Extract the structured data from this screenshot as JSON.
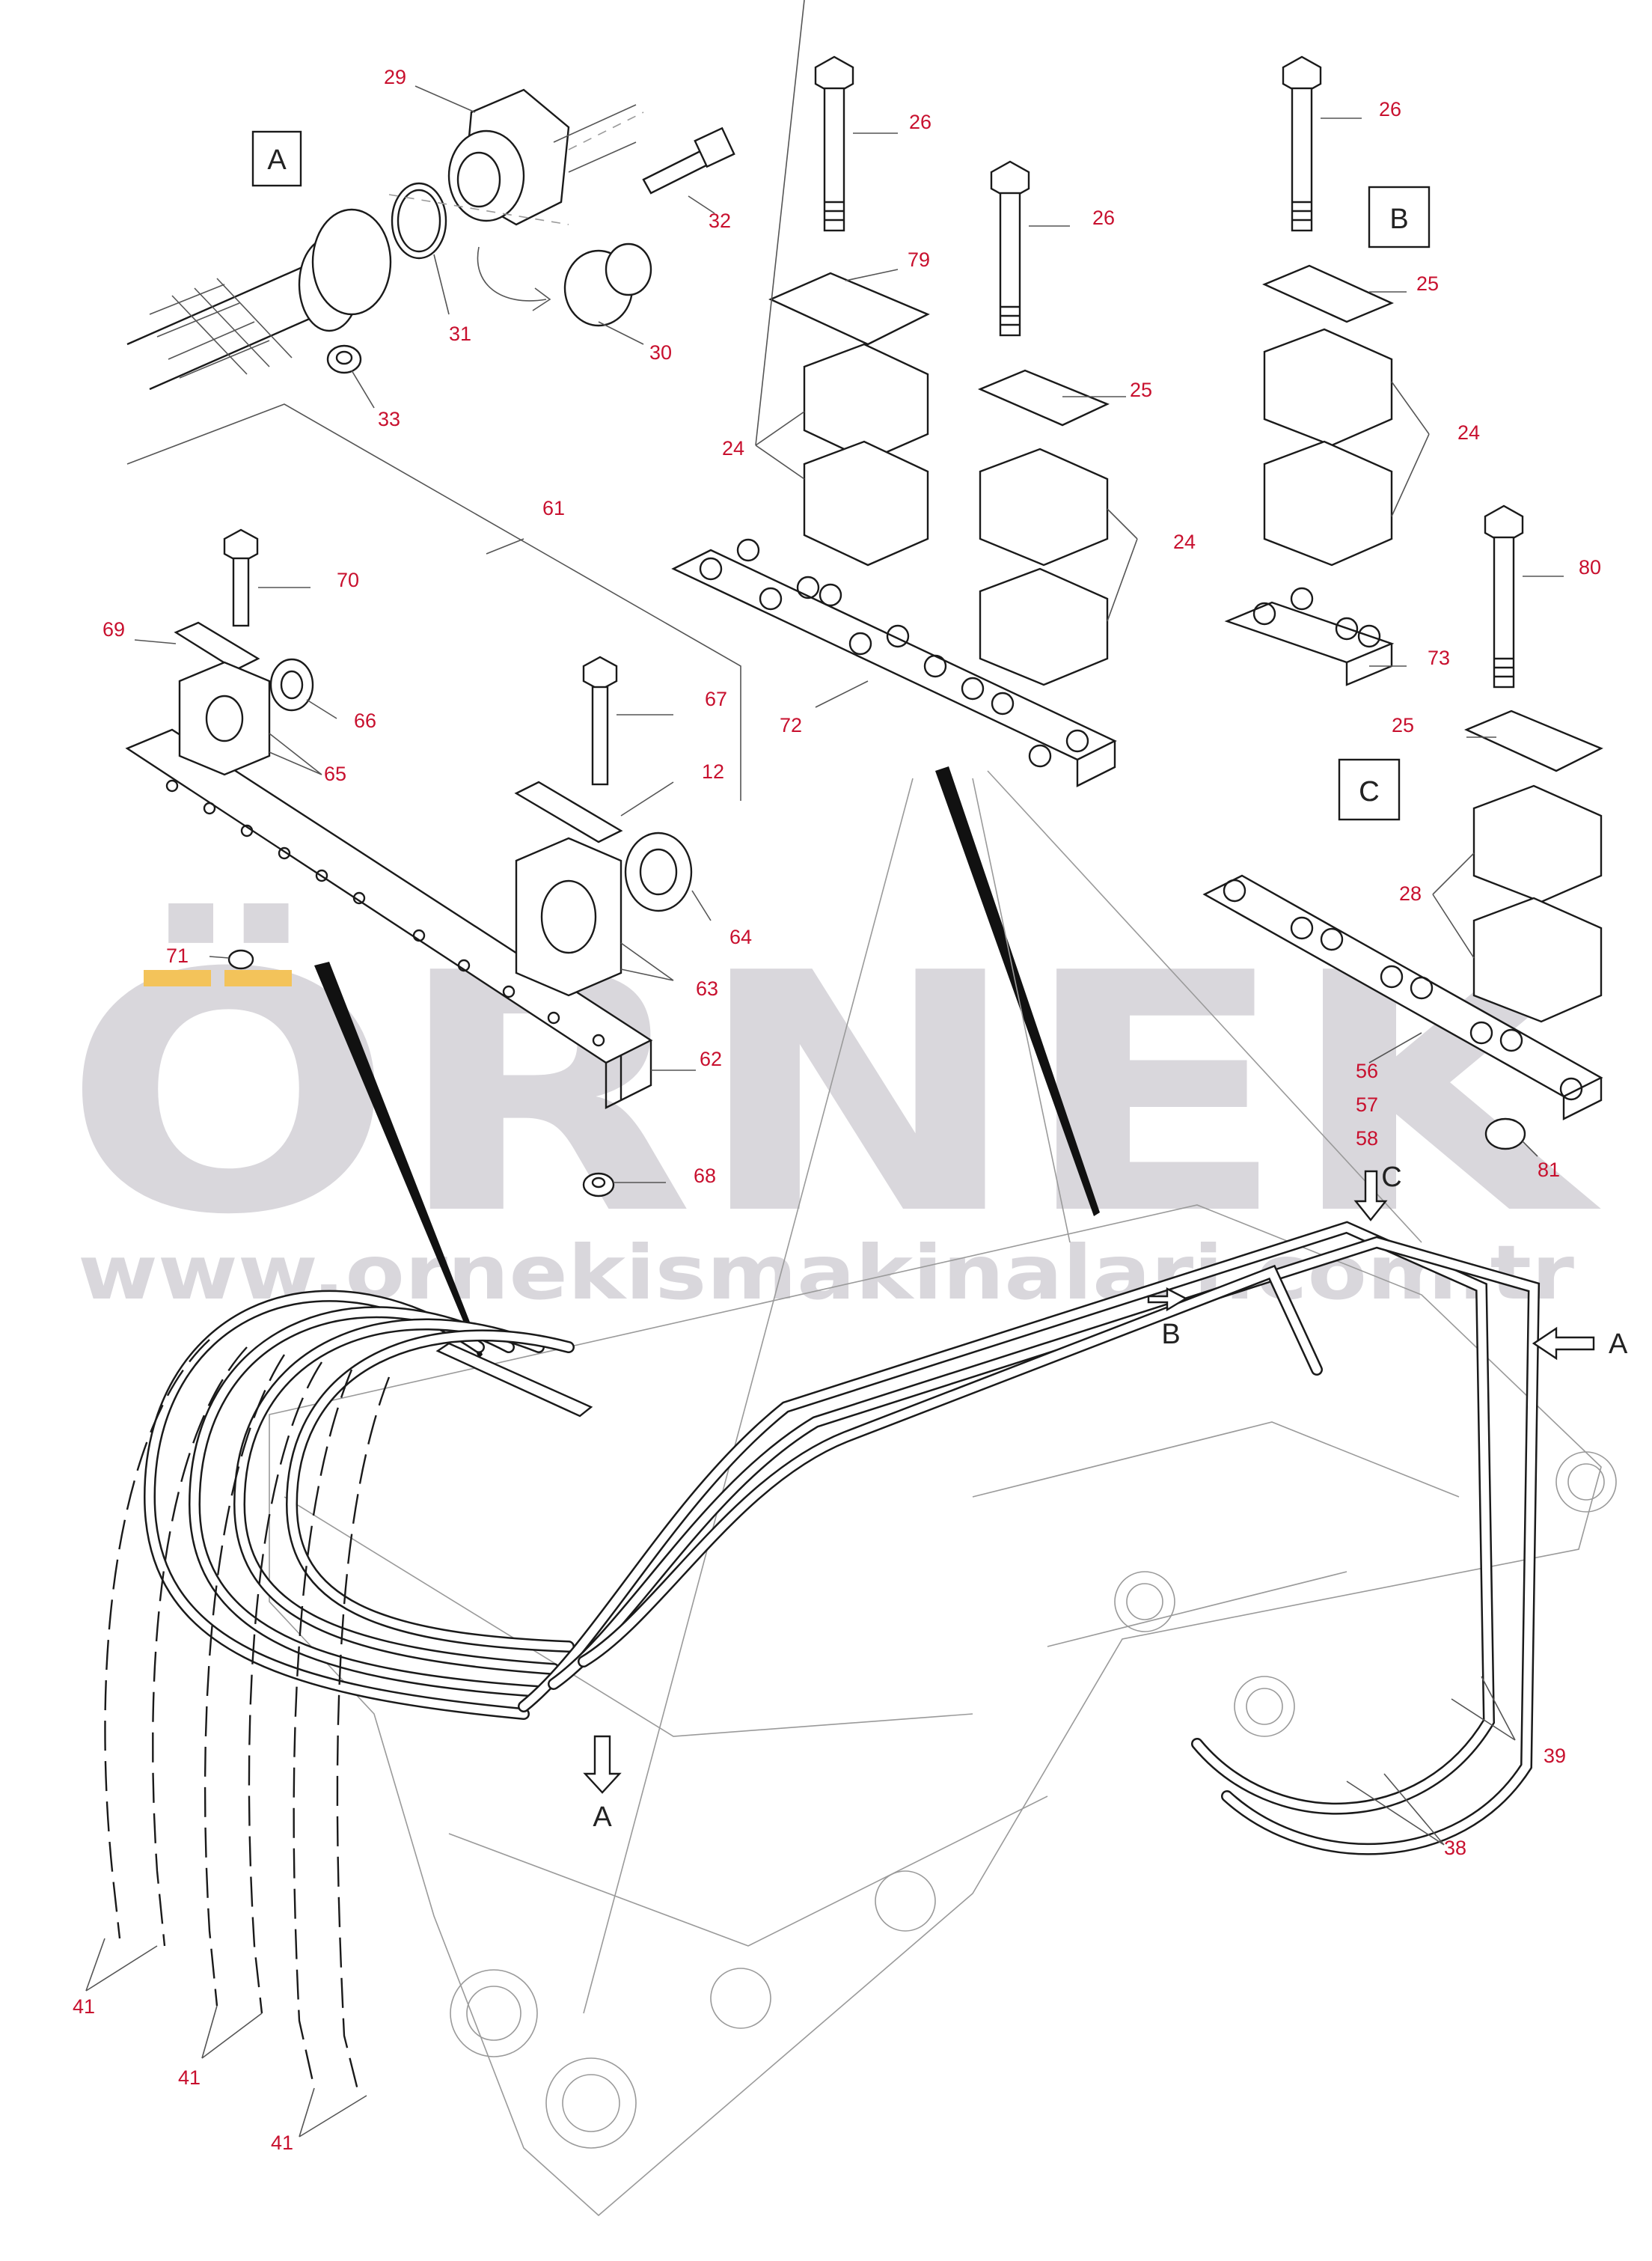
{
  "watermark": {
    "brand": "ÖRNEK",
    "website": "www.ornekismakinalari.com.tr",
    "text_color": "#d9d7dc",
    "accent_color": "#f3c35a"
  },
  "callout_color": "#c8102e",
  "detail_labels": [
    "A",
    "B",
    "C"
  ],
  "section_arrows": [
    "A",
    "B",
    "C",
    "A"
  ],
  "callouts": [
    "29",
    "26",
    "26",
    "26",
    "32",
    "79",
    "31",
    "30",
    "33",
    "25",
    "25",
    "24",
    "24",
    "24",
    "61",
    "80",
    "70",
    "73",
    "69",
    "66",
    "67",
    "65",
    "72",
    "25",
    "12",
    "C",
    "64",
    "28",
    "71",
    "63",
    "62",
    "56",
    "57",
    "58",
    "68",
    "81",
    "39",
    "38",
    "41",
    "41",
    "41"
  ]
}
